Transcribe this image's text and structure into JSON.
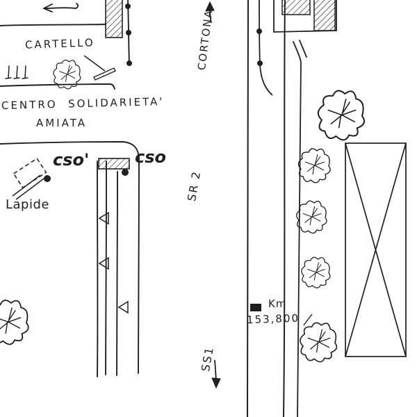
{
  "labels": {
    "cartello": "CARTELLO",
    "centro_line1": "CENTRO  SOLIDARIETA'",
    "centro_line2": "AMIATA",
    "cortona": "CORTONA",
    "sr2": "SR 2",
    "ss1": "SS1",
    "cso_prime": "cso'",
    "cso": "cso",
    "lapide": "Lapide",
    "km": "Km",
    "km_value": "153,800"
  },
  "symbols": {
    "tree": "tree-symbol",
    "sign": "cartello-sign-symbol",
    "km_marker": "km-marker-block",
    "lapide_marker": "lapide-dashed-slab",
    "crosswalk": "hatched-bar",
    "pole_dot": "pole-dot"
  },
  "colors": {
    "ink": "#1f1f1f",
    "background": "#ffffff"
  }
}
